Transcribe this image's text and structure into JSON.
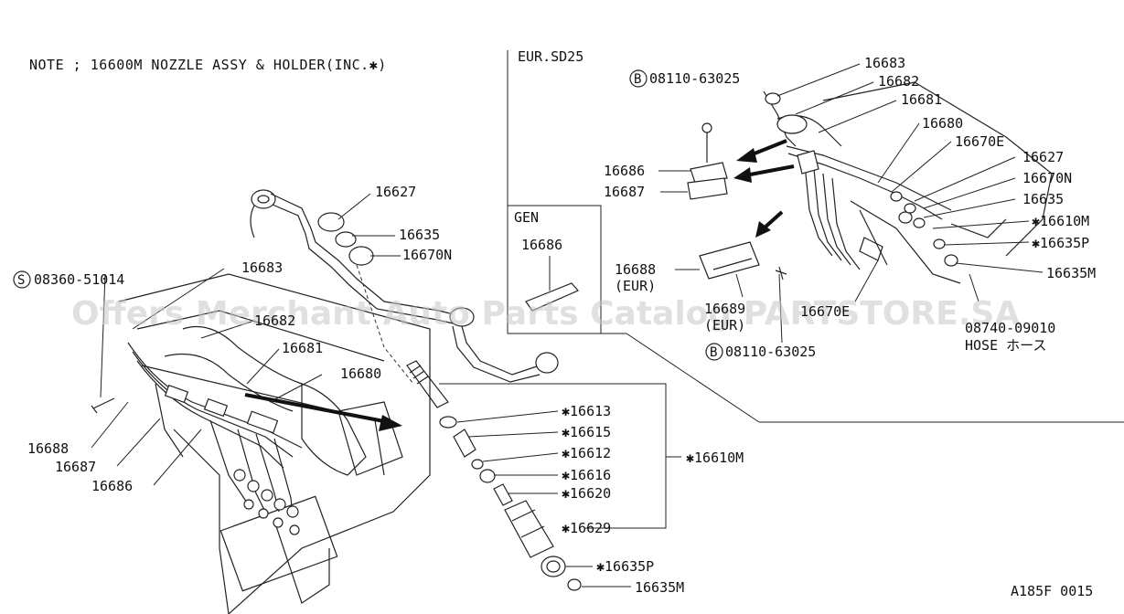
{
  "note": "NOTE ; 16600M NOZZLE ASSY & HOLDER(INC.✱)",
  "region_eur": "EUR.SD25",
  "region_gen": "GEN",
  "watermark": "Offers Merchant Auto Parts Catalog PARTSTORE.SA",
  "figure_code": "A185F 0015",
  "main_labels": {
    "p16627": "16627",
    "p16635": "16635",
    "p16670n": "16670N",
    "p16683": "16683",
    "s_bolt": "08360-51014",
    "s_circle": "S",
    "p16682": "16682",
    "p16681": "16681",
    "p16680": "16680",
    "p16688": "16688",
    "p16687": "16687",
    "p16686": "16686"
  },
  "nozzle_labels": {
    "p16613": "✱16613",
    "p16615": "✱16615",
    "p16612": "✱16612",
    "p16616": "✱16616",
    "p16620": "✱16620",
    "p16629": "✱16629",
    "p16610m": "✱16610M",
    "p16635p": "✱16635P",
    "p16635m": "16635M"
  },
  "gen_labels": {
    "p16686": "16686"
  },
  "eur_labels": {
    "b_bolt_top": "08110-63025",
    "b_circle": "B",
    "p16683": "16683",
    "p16682": "16682",
    "p16681": "16681",
    "p16680": "16680",
    "p16670e": "16670E",
    "p16627": "16627",
    "p16670n": "16670N",
    "p16635": "16635",
    "p16610m": "✱16610M",
    "p16635p": "✱16635P",
    "p16635m": "16635M",
    "p16686": "16686",
    "p16687": "16687",
    "p16688": "16688",
    "p16688_sub": "(EUR)",
    "p16689": "16689",
    "p16689_sub": "(EUR)",
    "p16670e_b": "16670E",
    "hose_no": "08740-09010",
    "hose_text": "HOSE ホース",
    "b_bolt_bottom": "08110-63025"
  }
}
